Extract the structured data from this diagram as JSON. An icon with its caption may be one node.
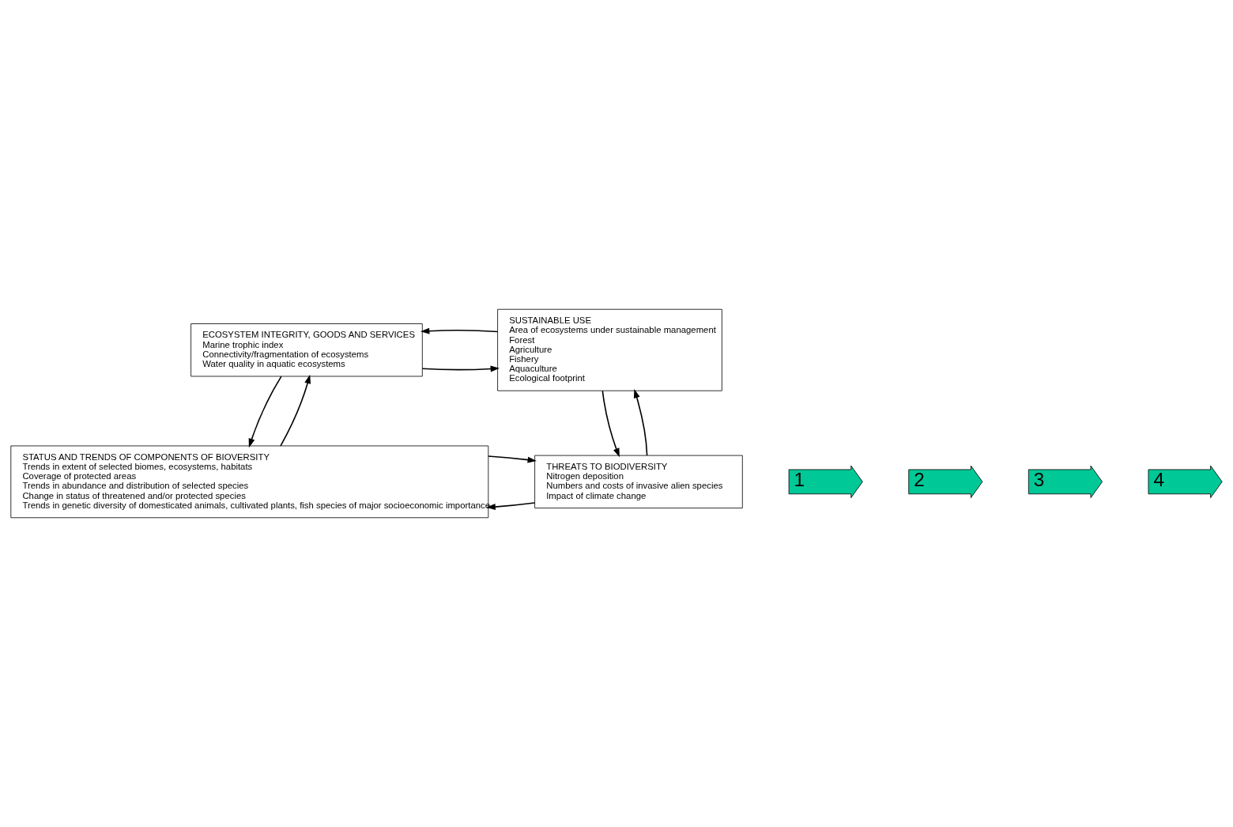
{
  "diagram": {
    "nodes": [
      {
        "text": [
          "ECOSYSTEM INTEGRITY, GOODS AND SERVICES",
          "Marine trophic index",
          "Connectivity/fragmentation of ecosystems",
          "Water quality in aquatic ecosystems"
        ]
      },
      {
        "text": [
          "SUSTAINABLE USE",
          "Area of ecosystems under sustainable management",
          "Forest",
          "Agriculture",
          "Fishery",
          "Aquaculture",
          "Ecological footprint"
        ]
      },
      {
        "text": [
          "STATUS AND TRENDS OF COMPONENTS OF BIOVERSITY",
          "Trends in extent of selected biomes, ecosystems, habitats",
          "Coverage of protected areas",
          "Trends in abundance and distribution of selected species",
          "Change in status of threatened and/or protected species",
          "Trends in genetic diversity of domesticated animals, cultivated plants, fish species of major socioeconomic importance"
        ]
      },
      {
        "text": [
          "THREATS TO BIODIVERSITY",
          "Nitrogen deposition",
          "Numbers and costs of invasive alien species",
          "Impact of climate change"
        ]
      },
      {
        "text": [
          "1"
        ]
      },
      {
        "text": [
          "2"
        ]
      },
      {
        "text": [
          "3"
        ]
      },
      {
        "text": [
          "4"
        ]
      }
    ],
    "edges": [
      {
        "from": 0,
        "to": 1,
        "arrow": "to"
      },
      {
        "from": 1,
        "to": 0,
        "arrow": "to"
      },
      {
        "from": 0,
        "to": 2,
        "arrow": "to"
      },
      {
        "from": 2,
        "to": 0,
        "arrow": "to"
      },
      {
        "from": 1,
        "to": 3,
        "arrow": "to"
      },
      {
        "from": 3,
        "to": 1,
        "arrow": "to"
      },
      {
        "from": 3,
        "to": 2,
        "arrow": "to"
      },
      {
        "from": 2,
        "to": 3,
        "arrow": "to"
      }
    ]
  }
}
